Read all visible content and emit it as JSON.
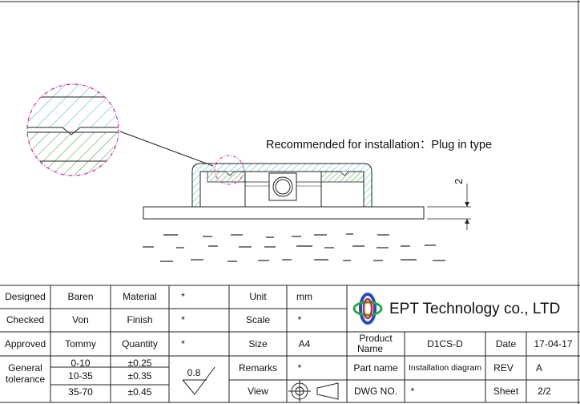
{
  "note": {
    "text": "Recommended for installation：Plug in type"
  },
  "dimension": {
    "value": "2"
  },
  "title_block": {
    "designed_label": "Designed",
    "designed_value": "Baren",
    "checked_label": "Checked",
    "checked_value": "Von",
    "approved_label": "Approved",
    "approved_value": "Tommy",
    "tolerance_label_1": "General",
    "tolerance_label_2": "tolerance",
    "tolerances": [
      {
        "range": "0-10",
        "value": "±0.25"
      },
      {
        "range": "10-35",
        "value": "±0.35"
      },
      {
        "range": "35-70",
        "value": "±0.45"
      }
    ],
    "roughness": "0.8",
    "material_label": "Material",
    "material_value": "*",
    "finish_label": "Finish",
    "finish_value": "*",
    "quantity_label": "Quantity",
    "quantity_value": "*",
    "unit_label": "Unit",
    "unit_value": "mm",
    "scale_label": "Scale",
    "scale_value": "*",
    "size_label": "Size",
    "size_value": "A4",
    "remarks_label": "Remarks",
    "remarks_value": "*",
    "view_label": "View",
    "company": "EPT Technology co., LTD",
    "product_name_label_1": "Product",
    "product_name_label_2": "Name",
    "product_name_value": "D1CS-D",
    "date_label": "Date",
    "date_value": "17-04-17",
    "part_name_label": "Part name",
    "part_name_value": "Installation diagram",
    "rev_label": "REV",
    "rev_value": "A",
    "dwg_label": "DWG NO.",
    "dwg_value": "*",
    "sheet_label": "Sheet",
    "sheet_value": "2/2"
  },
  "colors": {
    "cyan_hatch": "#3fb8c8",
    "green_hatch": "#3a9a3a",
    "magenta_circle": "#d0309a",
    "logo_blue": "#1f4fbf",
    "logo_green": "#2aa84a",
    "logo_red": "#d42a2a"
  }
}
